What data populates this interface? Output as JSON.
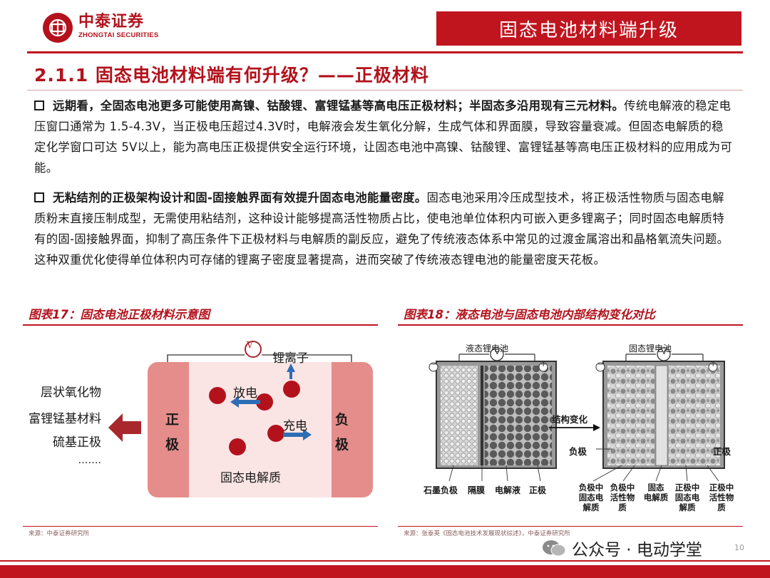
{
  "header": {
    "brand_cn": "中泰证券",
    "brand_en": "ZHONGTAI SECURITIES",
    "section": "固态电池材料端升级"
  },
  "title": "2.1.1  固态电池材料端有何升级？——正极材料",
  "paragraphs": [
    {
      "bold": "远期看，全固态电池更多可能使用高镍、钴酸锂、富锂锰基等高电压正极材料；半固态多沿用现有三元材料。",
      "text": "传统电解液的稳定电压窗口通常为 1.5-4.3V，当正极电压超过4.3V时，电解液会发生氧化分解，生成气体和界面膜，导致容量衰减。但固态电解质的稳定化学窗口可达 5V以上，能为高电压正极提供安全运行环境，让固态电池中高镍、钴酸锂、富锂锰基等高电压正极材料的应用成为可能。"
    },
    {
      "bold": "无粘结剂的正极架构设计和固-固接触界面有效提升固态电池能量密度。",
      "text": "固态电池采用冷压成型技术，将正极活性物质与固态电解质粉末直接压制成型，无需使用粘结剂，这种设计能够提高活性物质占比，使电池单位体积内可嵌入更多锂离子；同时固态电解质特有的固-固接触界面，抑制了高压条件下正极材料与电解质的副反应，避免了传统液态体系中常见的过渡金属溶出和晶格氧流失问题。这种双重优化使得单位体积内可存储的锂离子密度显著提高，进而突破了传统液态锂电池的能量密度天花板。"
    }
  ],
  "fig17": {
    "title": "图表17：固态电池正极材料示意图",
    "source": "来源：中泰证券研究所",
    "materials": [
      "层状氧化物",
      "富锂锰基材料",
      "硫基正极",
      "……."
    ],
    "cathode": [
      "正",
      "极"
    ],
    "anode": [
      "负",
      "极"
    ],
    "voltmeter": "V",
    "li_ion": "锂离子",
    "discharge": "放电",
    "charge": "充电",
    "electrolyte": "固态电解质"
  },
  "fig18": {
    "title": "图表18：液态电池与固态电池内部结构变化对比",
    "source": "来源：张泰英《固态电池技术发展现状综述》，中泰证券研究所",
    "liquid_title": "液态锂电池",
    "solid_title": "固态锂电池",
    "arrow_label": "结构变化",
    "minus": "−",
    "plus": "+",
    "voltmeter": "V",
    "liquid_labels": [
      "石墨负极",
      "隔膜",
      "电解液",
      "正极"
    ],
    "solid_side_left": "负极",
    "solid_side_right": "正极",
    "solid_labels": [
      "负极中\n固态电\n解质",
      "负极中\n活性物\n质",
      "固态\n电解质",
      "正极中\n固态电\n解质",
      "正极中\n活性物\n质"
    ]
  },
  "footer": {
    "wechat": "公众号 · 电动学堂",
    "page": "10"
  },
  "colors": {
    "brand_red": "#c0151f"
  }
}
